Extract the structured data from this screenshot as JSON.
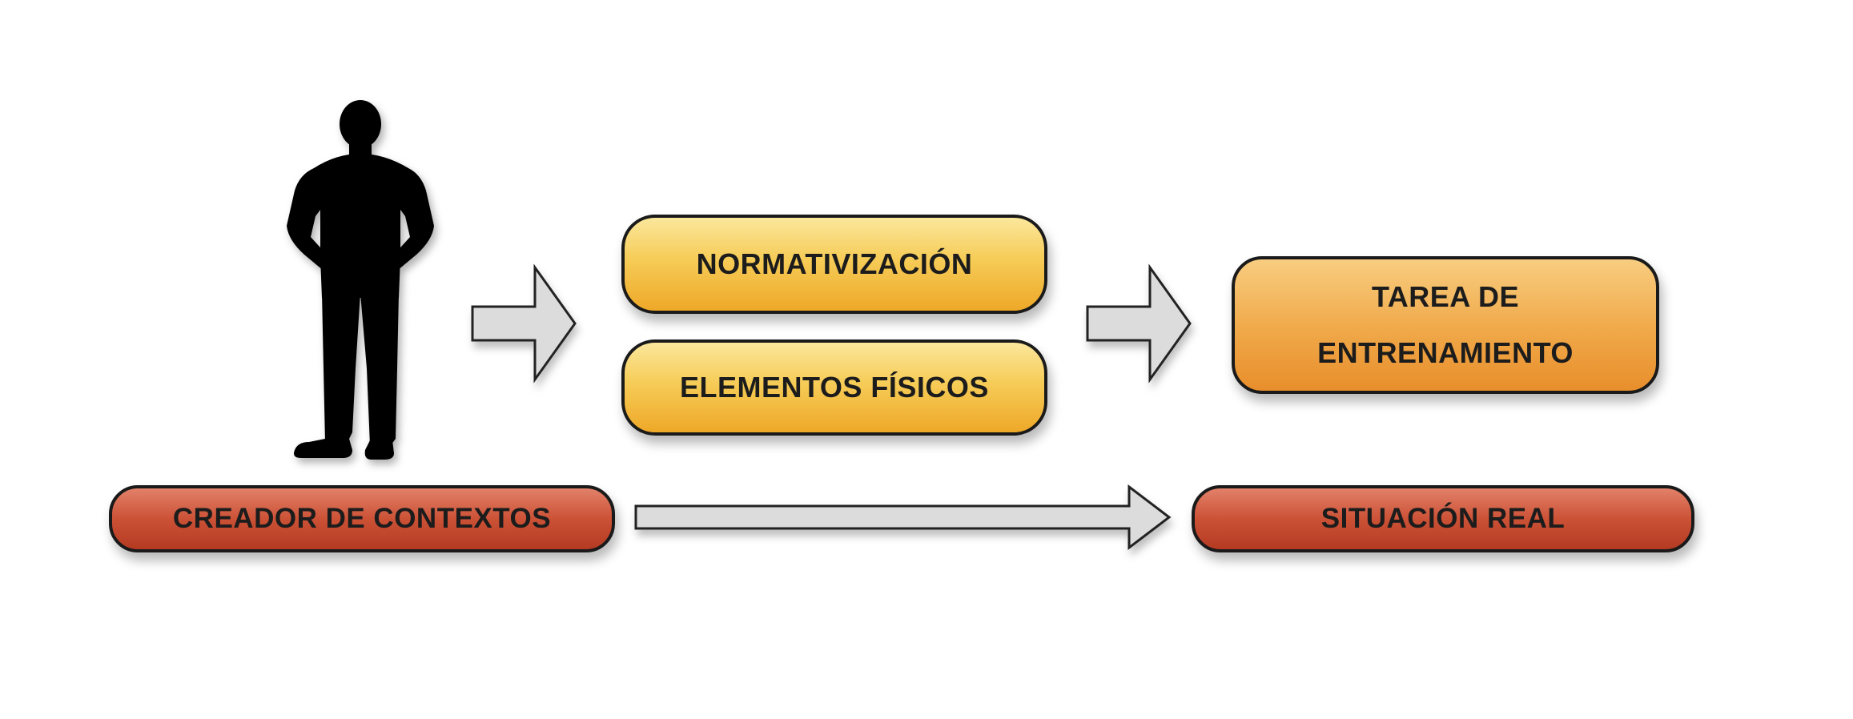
{
  "diagram": {
    "nodes": {
      "normativizacion": "NORMATIVIZACIÓN",
      "elementos_fisicos": "ELEMENTOS FÍSICOS",
      "tarea_line1": "TAREA DE",
      "tarea_line2": "ENTRENAMIENTO",
      "creador": "CREADOR DE CONTEXTOS",
      "situacion": "SITUACIÓN REAL"
    },
    "colors": {
      "yellow_box": "#f6cc57",
      "orange_box": "#f0a848",
      "red_box": "#cc5236",
      "arrow_fill": "#dcdcdc",
      "silhouette": "#000000"
    },
    "icons": {
      "person": "person-silhouette-icon",
      "arrow": "right-arrow-icon"
    }
  }
}
